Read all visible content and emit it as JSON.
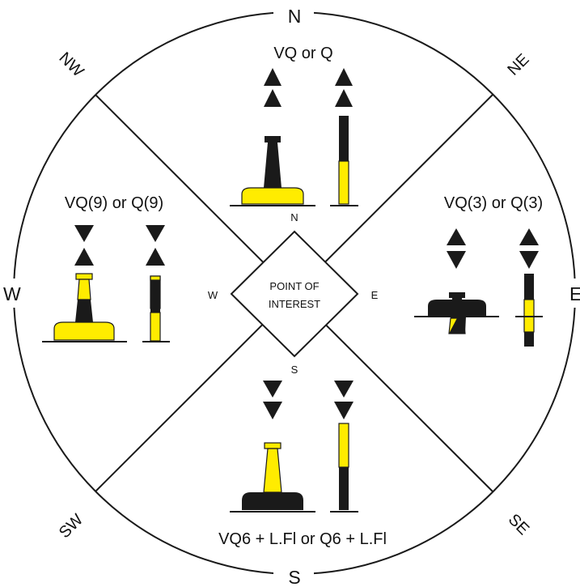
{
  "diagram": {
    "cardinal_points": {
      "n": "N",
      "s": "S",
      "e": "E",
      "w": "W"
    },
    "intercardinal_points": {
      "ne": "NE",
      "nw": "NW",
      "se": "SE",
      "sw": "SW"
    },
    "center": {
      "line1": "POINT OF",
      "line2": "INTEREST",
      "n": "N",
      "s": "S",
      "e": "E",
      "w": "W"
    },
    "marks": {
      "north": {
        "light": "VQ or Q",
        "topmark": "two cones pointing up",
        "colors": "black over yellow"
      },
      "east": {
        "light": "VQ(3) or Q(3)",
        "topmark": "two cones base to base",
        "colors": "black with yellow band"
      },
      "south": {
        "light": "VQ6 + L.Fl or Q6 + L.Fl",
        "topmark": "two cones pointing down",
        "colors": "yellow over black"
      },
      "west": {
        "light": "VQ(9) or Q(9)",
        "topmark": "two cones point to point",
        "colors": "yellow with black band"
      }
    },
    "colors": {
      "yellow": "#ffec00",
      "black": "#1a1a1a"
    }
  }
}
